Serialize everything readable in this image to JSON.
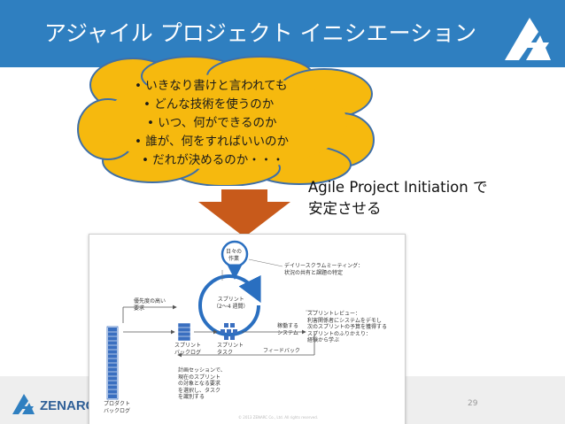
{
  "slide": {
    "title": "アジャイル プロジェクト イニシエーション",
    "cloud_items": [
      "• いきなり書けと言われても",
      "• どんな技術を使うのか",
      "• いつ、何ができるのか",
      "• 誰が、何をすればいいのか",
      "• だれが決めるのか・・・"
    ],
    "callout_line1": "Agile Project Initiation で",
    "callout_line2": "安定させる",
    "footer_brand": "ZENARC",
    "page_number": "29"
  },
  "diagram": {
    "daily_work": [
      "日々の",
      "作業"
    ],
    "daily_scrum": [
      "デイリースクラムミーティング：",
      "状況の共有と課題の特定"
    ],
    "sprint": [
      "スプリント",
      "（2～4 週間）"
    ],
    "high_priority": [
      "優先度の高い",
      "要求"
    ],
    "sprint_backlog": [
      "スプリント",
      "バックログ"
    ],
    "sprint_task": [
      "スプリント",
      "タスク"
    ],
    "working_system": [
      "稼働する",
      "システム"
    ],
    "sprint_review": [
      "スプリントレビュー：",
      "利害関係者にシステムをデモし",
      "次のスプリントの予算を獲得する",
      "スプリントのふりかえり：",
      "経験から学ぶ"
    ],
    "feedback": "フィードバック",
    "planning": [
      "計画セッションで、",
      "現在のスプリント",
      "の対象となる要求",
      "を選択し、タスク",
      "を識別する"
    ],
    "product_backlog": [
      "プロダクト",
      "バックログ"
    ],
    "copyright": "© 2013 ZENARC Co., Ltd. All rights reserved."
  },
  "colors": {
    "header_bg": "#2f7fc0",
    "cloud_fill": "#f6b90e",
    "cloud_stroke": "#3e6fa8",
    "arrow_fill": "#c85a1b",
    "backlog_blue": "#3a6fc0"
  }
}
